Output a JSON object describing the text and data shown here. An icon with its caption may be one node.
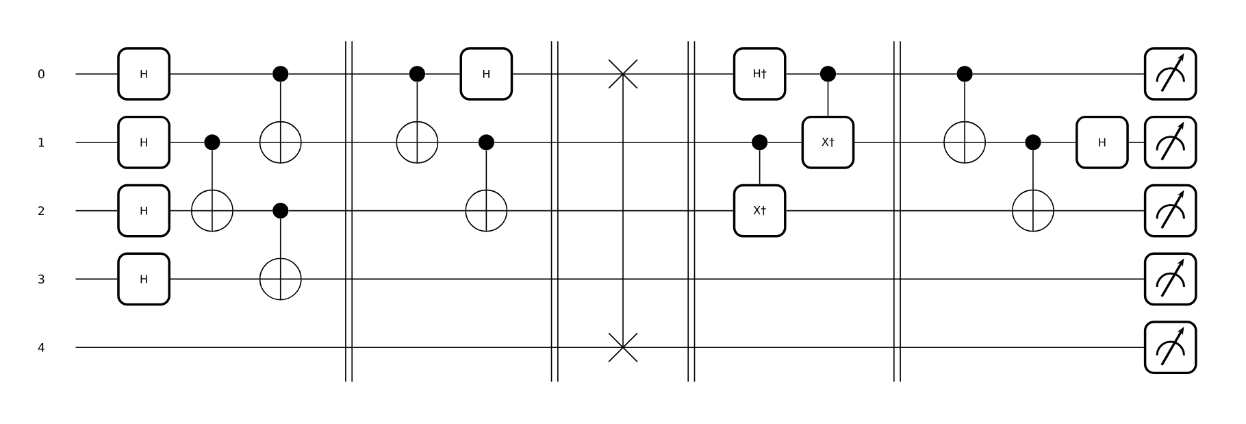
{
  "diagram": {
    "nodes": [
      {
        "text": [
          "0"
        ]
      },
      {
        "text": [
          "1"
        ]
      },
      {
        "text": [
          "2"
        ]
      },
      {
        "text": [
          "3"
        ]
      },
      {
        "text": [
          "4"
        ]
      },
      {
        "text": [
          "H"
        ]
      },
      {
        "text": [
          "H"
        ]
      },
      {
        "text": [
          "H"
        ]
      },
      {
        "text": [
          "H"
        ]
      },
      {
        "text": [],
        "shape": "dot"
      },
      {
        "text": [],
        "shape": "circle"
      },
      {
        "text": [],
        "shape": "dot"
      },
      {
        "text": [],
        "shape": "circle"
      },
      {
        "text": [],
        "shape": "dot"
      },
      {
        "text": [],
        "shape": "circle"
      },
      {
        "text": [],
        "shape": "dot"
      },
      {
        "text": [],
        "shape": "circle"
      },
      {
        "text": [
          "H"
        ]
      },
      {
        "text": [],
        "shape": "dot"
      },
      {
        "text": [],
        "shape": "circle"
      },
      {
        "text": [],
        "shape": "cross"
      },
      {
        "text": [],
        "shape": "cross"
      },
      {
        "text": [
          "H†"
        ]
      },
      {
        "text": [],
        "shape": "dot"
      },
      {
        "text": [
          "X†"
        ]
      },
      {
        "text": [],
        "shape": "dot"
      },
      {
        "text": [
          "X†"
        ]
      },
      {
        "text": [],
        "shape": "dot"
      },
      {
        "text": [],
        "shape": "circle"
      },
      {
        "text": [],
        "shape": "dot"
      },
      {
        "text": [],
        "shape": "circle"
      },
      {
        "text": [
          "H"
        ]
      },
      {
        "text": [],
        "shape": "picture"
      },
      {
        "text": [],
        "shape": "picture"
      },
      {
        "text": [],
        "shape": "picture"
      },
      {
        "text": [],
        "shape": "picture"
      },
      {
        "text": [],
        "shape": "picture"
      }
    ],
    "edges": [
      {
        "from": 0,
        "to": 5,
        "arrow": "none"
      },
      {
        "from": 5,
        "to": 11,
        "arrow": "none"
      },
      {
        "from": 11,
        "to": 15,
        "arrow": "none"
      },
      {
        "from": 15,
        "to": 17,
        "arrow": "none"
      },
      {
        "from": 17,
        "to": 20,
        "arrow": "none"
      },
      {
        "from": 20,
        "to": 22,
        "arrow": "none"
      },
      {
        "from": 22,
        "to": 25,
        "arrow": "none"
      },
      {
        "from": 25,
        "to": 27,
        "arrow": "none"
      },
      {
        "from": 27,
        "to": 32,
        "arrow": "none"
      },
      {
        "from": 1,
        "to": 6,
        "arrow": "none"
      },
      {
        "from": 6,
        "to": 9,
        "arrow": "none"
      },
      {
        "from": 9,
        "to": 12,
        "arrow": "none"
      },
      {
        "from": 12,
        "to": 16,
        "arrow": "none"
      },
      {
        "from": 16,
        "to": 18,
        "arrow": "none"
      },
      {
        "from": 18,
        "to": 23,
        "arrow": "none"
      },
      {
        "from": 23,
        "to": 26,
        "arrow": "none"
      },
      {
        "from": 26,
        "to": 28,
        "arrow": "none"
      },
      {
        "from": 28,
        "to": 29,
        "arrow": "none"
      },
      {
        "from": 29,
        "to": 31,
        "arrow": "none"
      },
      {
        "from": 31,
        "to": 33,
        "arrow": "none"
      },
      {
        "from": 2,
        "to": 7,
        "arrow": "none"
      },
      {
        "from": 7,
        "to": 10,
        "arrow": "none"
      },
      {
        "from": 10,
        "to": 13,
        "arrow": "none"
      },
      {
        "from": 13,
        "to": 19,
        "arrow": "none"
      },
      {
        "from": 19,
        "to": 24,
        "arrow": "none"
      },
      {
        "from": 24,
        "to": 30,
        "arrow": "none"
      },
      {
        "from": 30,
        "to": 34,
        "arrow": "none"
      },
      {
        "from": 3,
        "to": 8,
        "arrow": "none"
      },
      {
        "from": 8,
        "to": 14,
        "arrow": "none"
      },
      {
        "from": 14,
        "to": 35,
        "arrow": "none"
      },
      {
        "from": 4,
        "to": 21,
        "arrow": "none"
      },
      {
        "from": 21,
        "to": 36,
        "arrow": "none"
      },
      {
        "from": 9,
        "to": 10,
        "arrow": "none"
      },
      {
        "from": 11,
        "to": 12,
        "arrow": "none"
      },
      {
        "from": 13,
        "to": 14,
        "arrow": "none"
      },
      {
        "from": 15,
        "to": 16,
        "arrow": "none"
      },
      {
        "from": 18,
        "to": 19,
        "arrow": "none"
      },
      {
        "from": 20,
        "to": 21,
        "arrow": "none"
      },
      {
        "from": 23,
        "to": 24,
        "arrow": "none"
      },
      {
        "from": 25,
        "to": 26,
        "arrow": "none"
      },
      {
        "from": 27,
        "to": 28,
        "arrow": "none"
      },
      {
        "from": 29,
        "to": 30,
        "arrow": "none"
      }
    ]
  }
}
